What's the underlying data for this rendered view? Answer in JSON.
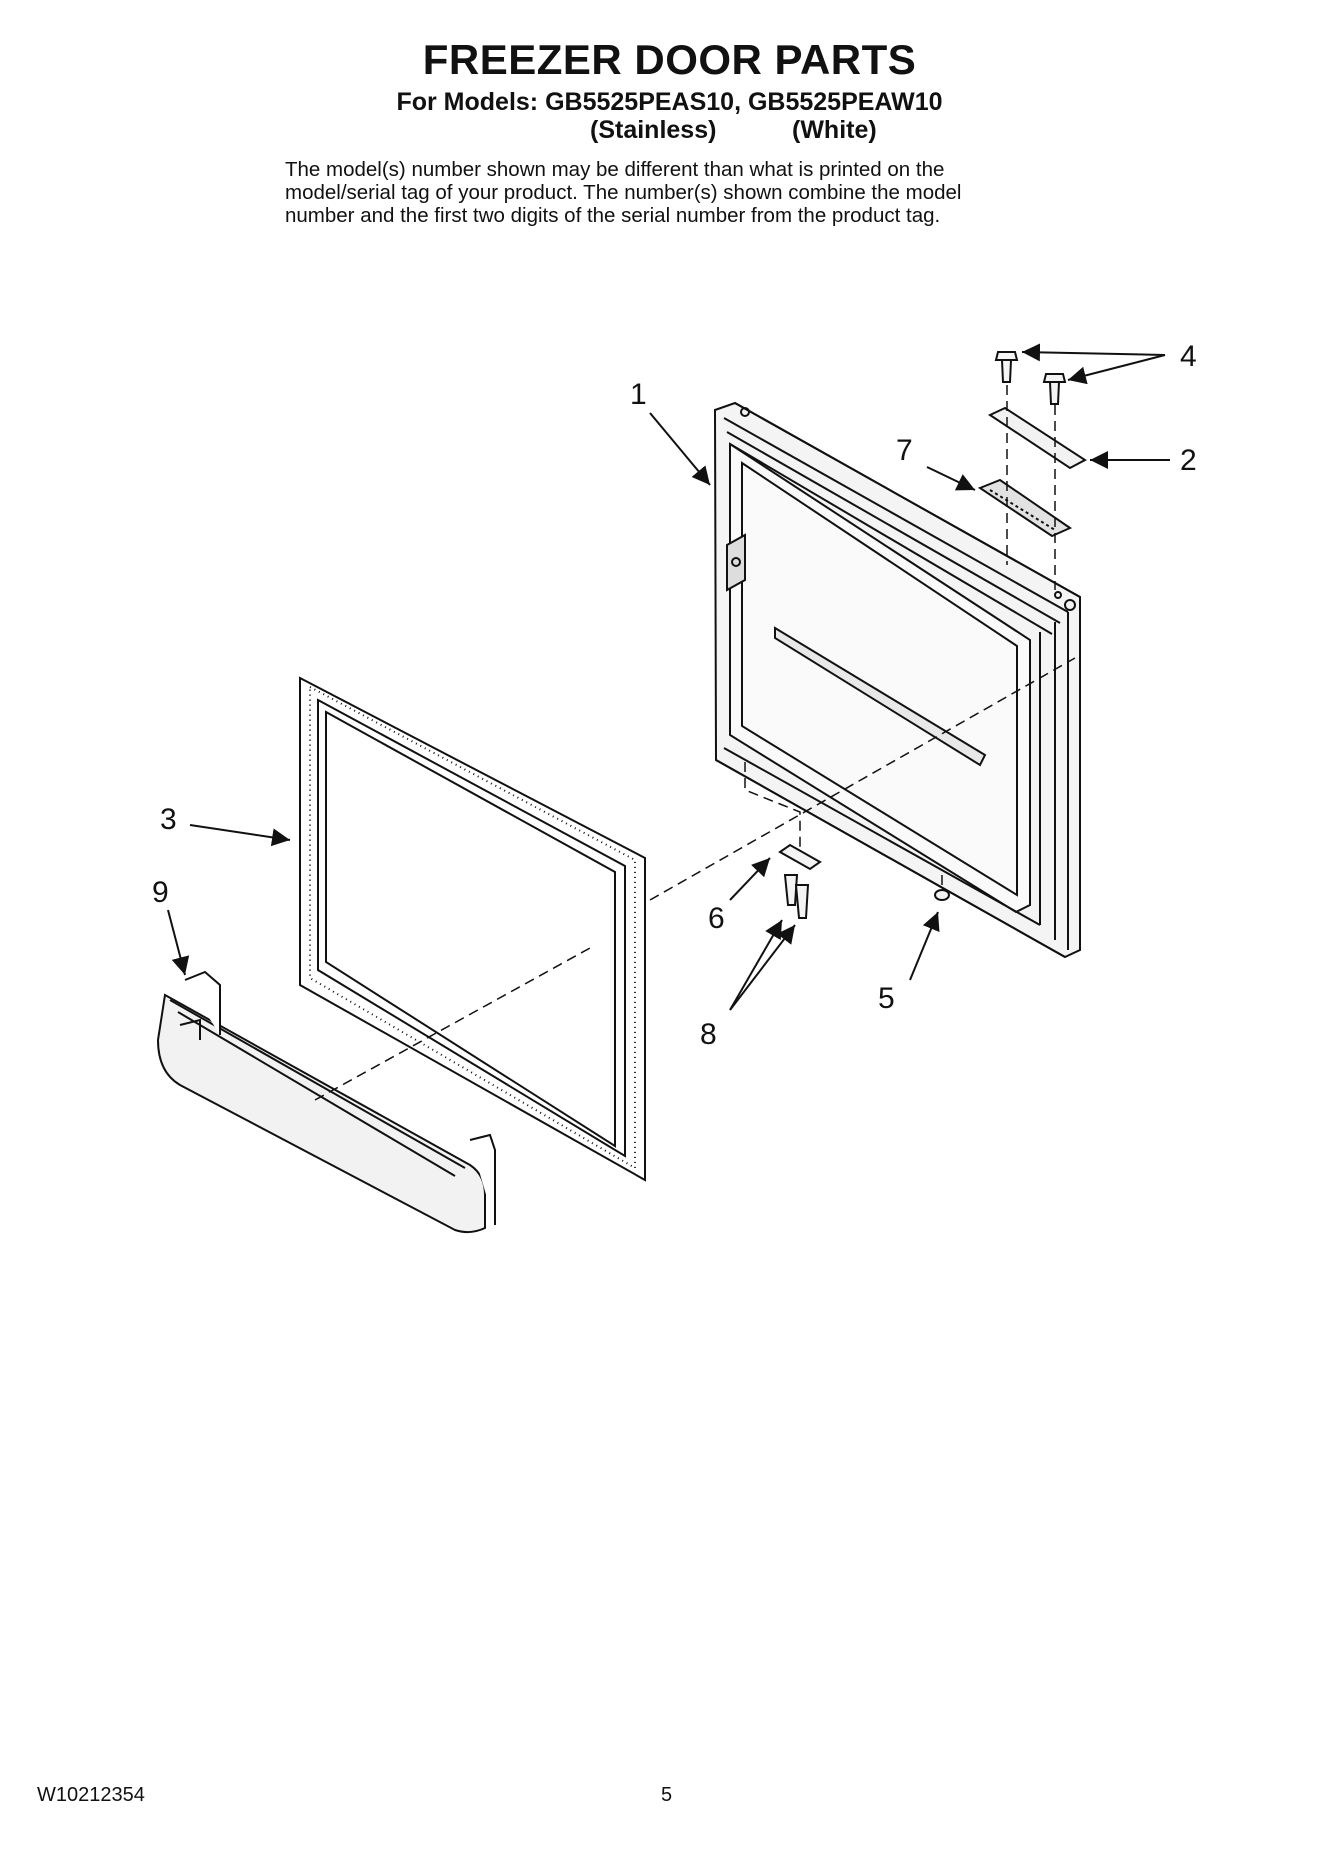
{
  "header": {
    "title": "FREEZER DOOR PARTS",
    "models": "For Models: GB5525PEAS10, GB5525PEAW10",
    "variant_1": "(Stainless)",
    "variant_2": "(White)"
  },
  "note_lines": [
    "The model(s) number shown may be different than what is printed on the",
    "model/serial tag of your product. The number(s) shown combine the model",
    "number and the first two digits of the serial number from the product tag."
  ],
  "callouts": {
    "c1": "1",
    "c2": "2",
    "c3": "3",
    "c4": "4",
    "c5": "5",
    "c6": "6",
    "c7": "7",
    "c8": "8",
    "c9": "9"
  },
  "footer": {
    "doc_id": "W10212354",
    "page": "5"
  }
}
